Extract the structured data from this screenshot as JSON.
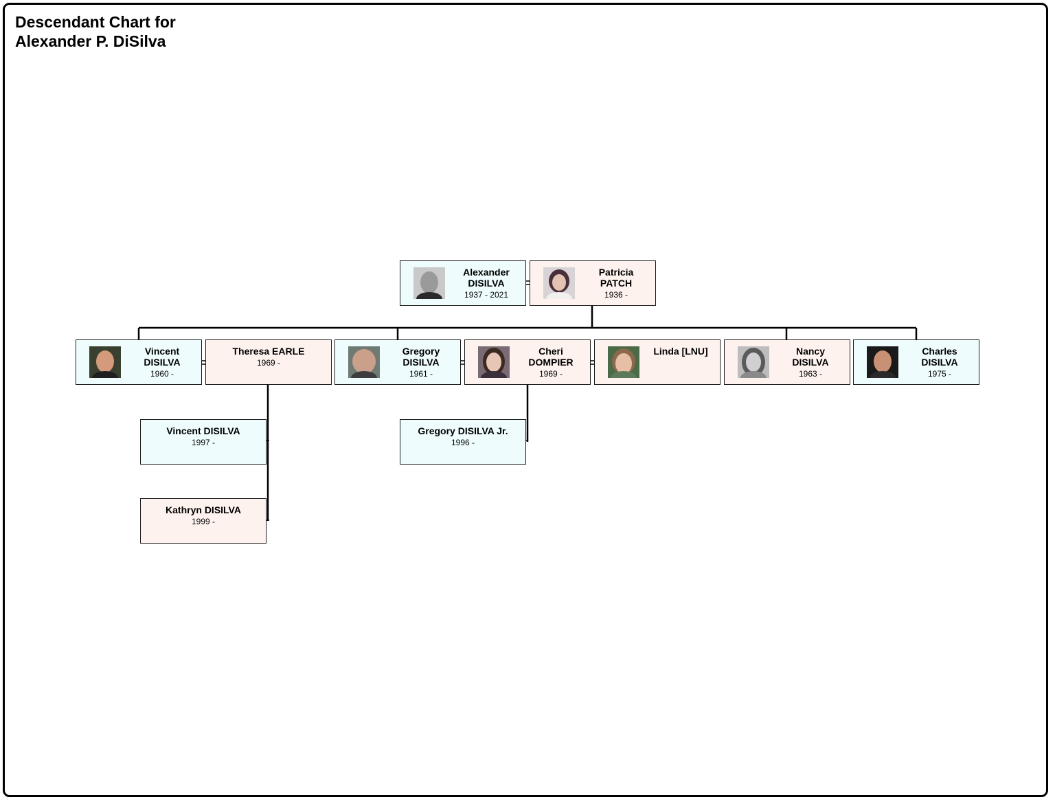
{
  "title": {
    "line1": "Descendant Chart for",
    "line2": "Alexander P. DiSilva"
  },
  "people": {
    "alexander": {
      "name1": "Alexander",
      "name2": "DISILVA",
      "dates": "1937 - 2021",
      "photo": "portrait-man-bw"
    },
    "patricia": {
      "name1": "Patricia",
      "name2": "PATCH",
      "dates": "1936 -",
      "photo": "portrait-woman"
    },
    "vincent_sr": {
      "name1": "Vincent",
      "name2": "DISILVA",
      "dates": "1960 -",
      "photo": "portrait-man"
    },
    "theresa": {
      "name1": "Theresa EARLE",
      "dates": "1969 -"
    },
    "gregory": {
      "name1": "Gregory",
      "name2": "DISILVA",
      "dates": "1961 -",
      "photo": "portrait-man"
    },
    "cheri": {
      "name1": "Cheri",
      "name2": "DOMPIER",
      "dates": "1969 -",
      "photo": "portrait-woman"
    },
    "linda": {
      "name1": "Linda [LNU]",
      "photo": "portrait-woman"
    },
    "nancy": {
      "name1": "Nancy",
      "name2": "DISILVA",
      "dates": "1963 -",
      "photo": "portrait-woman-bw"
    },
    "charles": {
      "name1": "Charles",
      "name2": "DISILVA",
      "dates": "1975 -",
      "photo": "portrait-man"
    },
    "vincent_jr": {
      "name1": "Vincent DISILVA",
      "dates": "1997 -"
    },
    "kathryn": {
      "name1": "Kathryn DISILVA",
      "dates": "1999 -"
    },
    "gregory_jr": {
      "name1": "Gregory DISILVA Jr.",
      "dates": "1996 -"
    }
  },
  "colors": {
    "male_box": "#eefcfd",
    "female_box": "#fdf2ee",
    "border": "#1a1a1a",
    "connector": "#000000"
  }
}
